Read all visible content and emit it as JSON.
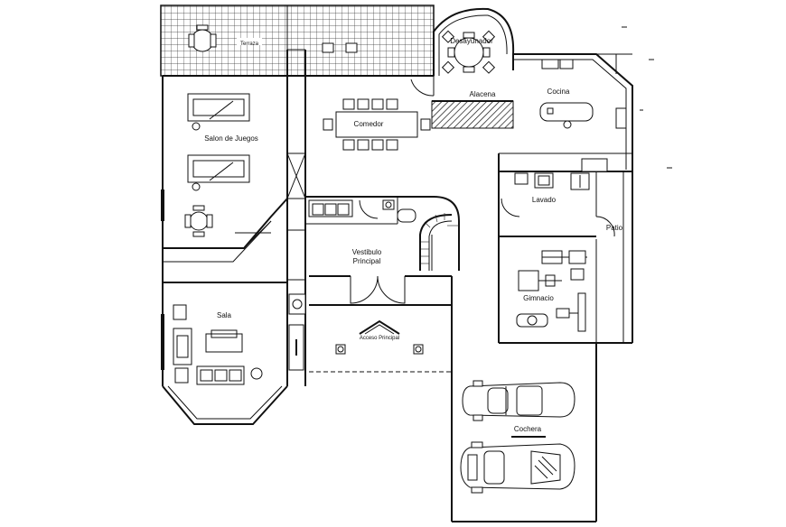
{
  "rooms": {
    "terraza": "Terraza",
    "desayunador": "Desayunador",
    "alacena": "Alacena",
    "cocina": "Cocina",
    "comedor": "Comedor",
    "salon_juegos": "Salon de Juegos",
    "lavado": "Lavado",
    "patio": "Patio",
    "vestibulo_line1": "Vestibulo",
    "vestibulo_line2": "Principal",
    "gimnacio": "Gimnacio",
    "sala": "Sala",
    "acceso": "Acceso Principal",
    "cochera": "Cochera"
  }
}
